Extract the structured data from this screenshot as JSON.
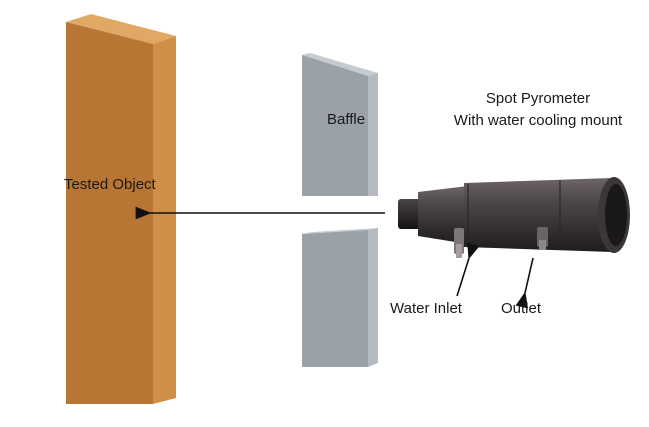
{
  "labels": {
    "pyrometer_line1": "Spot Pyrometer",
    "pyrometer_line2": "With water cooling mount",
    "baffle": "Baffle",
    "tested_object": "Tested Object",
    "water_inlet": "Water Inlet",
    "outlet": "Outlet"
  },
  "colors": {
    "tested_object_front": "#b97534",
    "tested_object_side": "#d08f49",
    "tested_object_top": "#e0a864",
    "baffle_front": "#9aa1a8",
    "baffle_side": "#b4bac0",
    "baffle_top": "#c6cbd0",
    "pyrometer_body": "#4a4446",
    "pyrometer_dark": "#2a2627",
    "arrow": "#111111"
  }
}
